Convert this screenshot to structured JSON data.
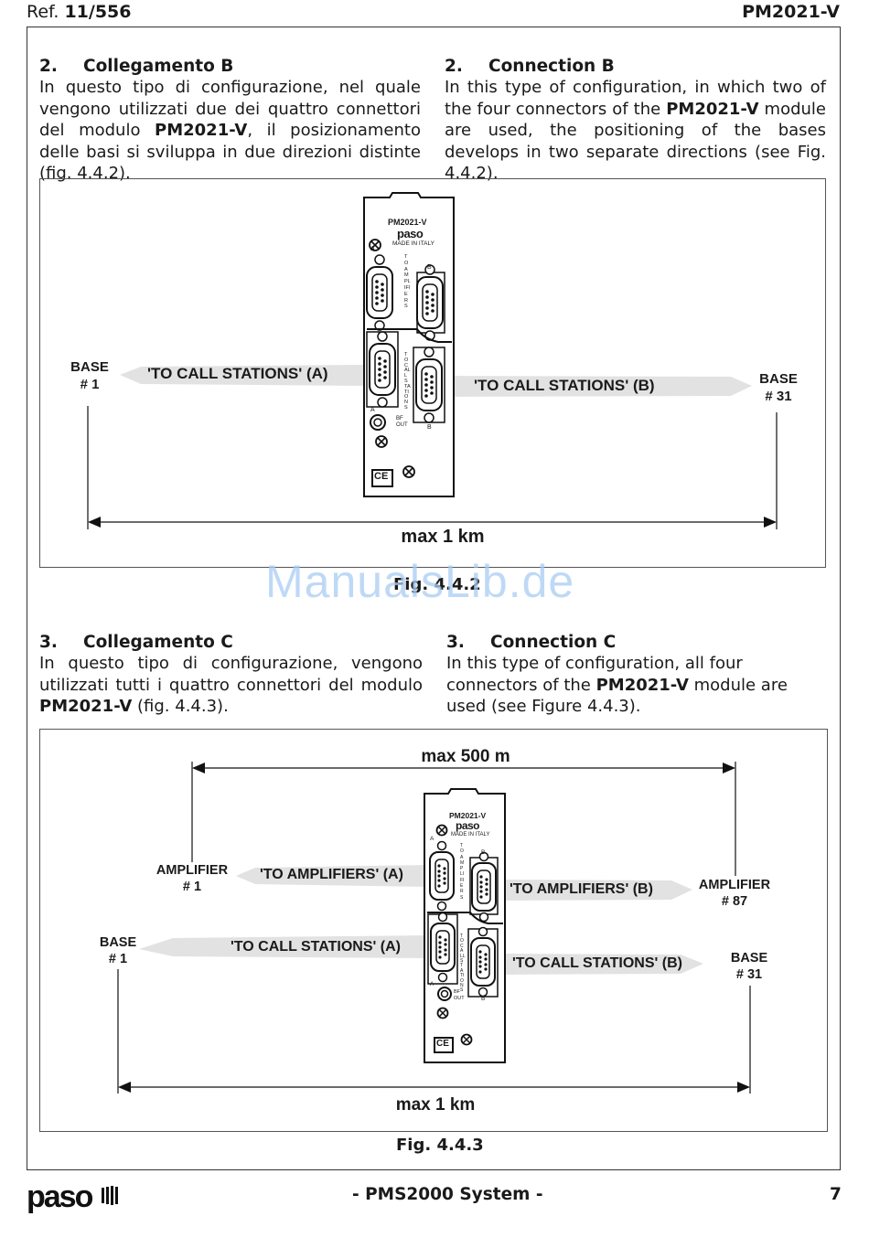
{
  "header": {
    "ref_prefix": "Ref.",
    "ref_number": "11/556",
    "model": "PM2021-V"
  },
  "section2": {
    "it_num": "2.",
    "it_title": "Collegamento B",
    "it_text_1": "In questo tipo di configurazione, nel quale vengono utilizzati due dei quattro connettori del modulo ",
    "it_bold": "PM2021-V",
    "it_text_2": ", il posizionamento delle basi si sviluppa in due direzioni distinte (fig. 4.4.2).",
    "en_num": "2.",
    "en_title": "Connection B",
    "en_text_1": "In this type of configuration, in which two of the four connectors of the ",
    "en_bold": "PM2021-V",
    "en_text_2": " module are used, the positioning of the bases develops in two separate directions (see Fig. 4.4.2)."
  },
  "fig442": {
    "module": {
      "model": "PM2021-V",
      "brand": "paso",
      "made": "MADE IN ITALY",
      "label_a": "A",
      "label_b": "B",
      "to_amplifiers": "TO AMPLIFIERS",
      "to_call_stations": "TO CALL STATIONS",
      "bf": "BF",
      "out": "OUT"
    },
    "arrow_a": "'TO CALL STATIONS' (A)",
    "arrow_b": "'TO CALL STATIONS' (B)",
    "base_left_1": "BASE",
    "base_left_2": "# 1",
    "base_right_1": "BASE",
    "base_right_2": "# 31",
    "distance": "max 1 km",
    "caption": "Fig. 4.4.2"
  },
  "watermark": "ManualsLib.de",
  "section3": {
    "it_num": "3.",
    "it_title": "Collegamento C",
    "it_text_1": "In questo tipo di configurazione, vengono utilizzati tutti i quattro connettori del modulo ",
    "it_bold": "PM2021-V",
    "it_text_2": " (fig. 4.4.3).",
    "en_num": "3.",
    "en_title": "Connection C",
    "en_text_1": "In this type of configuration, all four connectors of the ",
    "en_bold": "PM2021-V",
    "en_text_2": " module are used (see Figure 4.4.3)."
  },
  "fig443": {
    "distance_top": "max 500 m",
    "distance_bottom": "max 1 km",
    "amp_left_1": "AMPLIFIER",
    "amp_left_2": "# 1",
    "amp_right_1": "AMPLIFIER",
    "amp_right_2": "# 87",
    "base_left_1": "BASE",
    "base_left_2": "# 1",
    "base_right_1": "BASE",
    "base_right_2": "# 31",
    "arrow_amp_a": "'TO AMPLIFIERS' (A)",
    "arrow_amp_b": "'TO AMPLIFIERS' (B)",
    "arrow_call_a": "'TO CALL STATIONS' (A)",
    "arrow_call_b": "'TO CALL STATIONS' (B)",
    "caption": "Fig. 4.4.3"
  },
  "footer": {
    "logo": "paso",
    "title": "- PMS2000 System -",
    "page": "7"
  }
}
